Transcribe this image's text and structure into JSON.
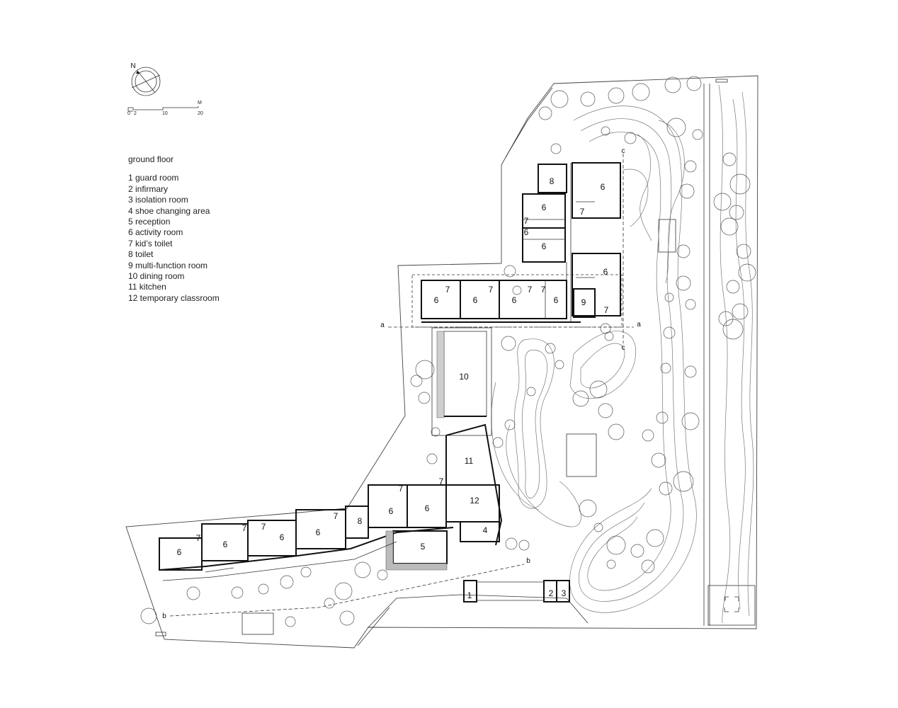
{
  "legend": {
    "title": "ground floor",
    "items": [
      "1 guard room",
      "2 infirmary",
      "3 isolation room",
      "4 shoe changing area",
      "5 reception",
      "6 activity room",
      "7 kid’s toilet",
      "8 toilet",
      "9 multi-function room",
      "10 dining room",
      "11 kitchen",
      "12 temporary classroom"
    ]
  },
  "north": {
    "label": "N"
  },
  "scale_bar": {
    "unit": "M",
    "ticks": [
      "0",
      "2",
      "10",
      "20"
    ]
  },
  "section_markers": [
    "a",
    "a",
    "b",
    "b",
    "c",
    "c"
  ],
  "room_labels": [
    "6",
    "7",
    "6",
    "7",
    "6",
    "7",
    "7",
    "6",
    "6",
    "8",
    "6",
    "7",
    "6",
    "7",
    "6",
    "6",
    "7",
    "9",
    "10",
    "11",
    "6",
    "7",
    "6",
    "7",
    "12",
    "6",
    "7",
    "6",
    "7",
    "7",
    "6",
    "6",
    "7",
    "8",
    "4",
    "5",
    "1",
    "2",
    "3"
  ],
  "colors": {
    "ink": "#111111",
    "contour": "#777777",
    "reception_base": "#bbbbbb"
  }
}
